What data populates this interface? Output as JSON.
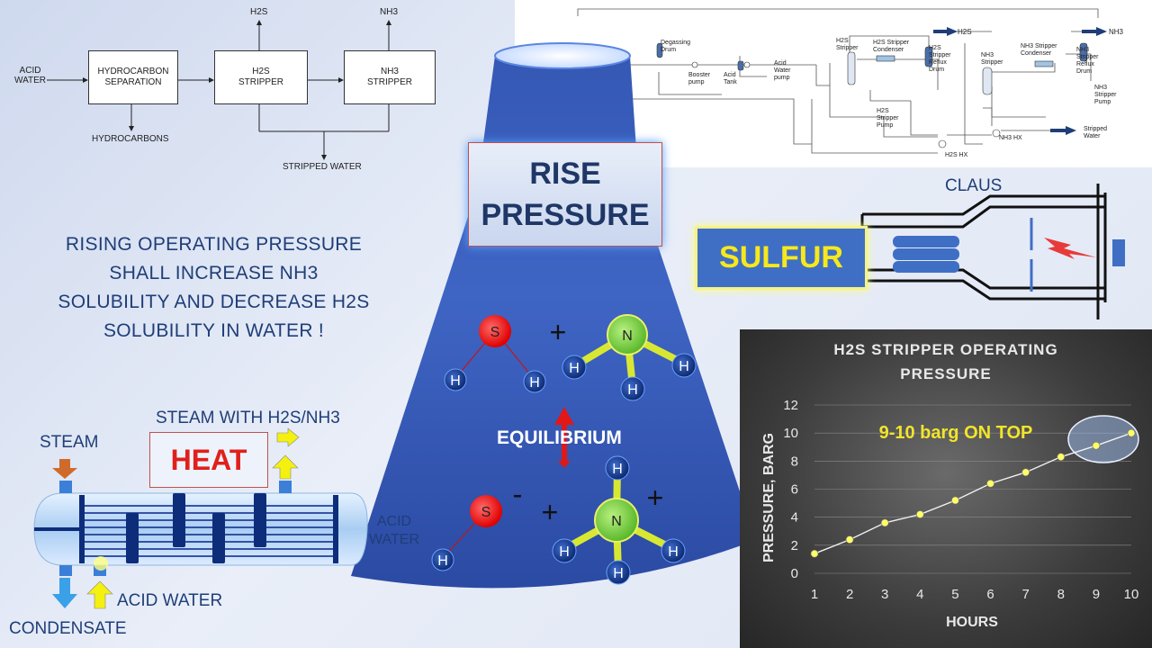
{
  "block_diagram": {
    "acid_water": "ACID\nWATER",
    "hc_sep": "HYDROCARBON\nSEPARATION",
    "h2s_stripper": "H2S\nSTRIPPER",
    "nh3_stripper": "NH3\nSTRIPPER",
    "h2s_out": "H2S",
    "nh3_out": "NH3",
    "hydrocarbons": "HYDROCARBONS",
    "stripped_water": "STRIPPED WATER"
  },
  "statement": "RISING OPERATING PRESSURE SHALL INCREASE NH3 SOLUBILITY AND DECREASE H2S SOLUBILITY IN WATER !",
  "flow_sheet": {
    "degassing_drum": "Degassing\nDrum",
    "booster_pump": "Booster\npump",
    "acid_tank": "Acid\nTank",
    "acid_water_pump": "Acid\nWater\npump",
    "h2s_stripper": "H2S\nStripper",
    "h2s_condenser": "H2S Stripper\nCondenser",
    "h2s_reflux": "H2S\nStripper\nReflux\nDrum",
    "h2s_out": "H2S",
    "h2s_pump": "H2S\nStripper\nPump",
    "nh3_stripper": "NH3\nStripper",
    "nh3_condenser": "NH3 Stripper\nCondenser",
    "nh3_reflux": "NH3\nStripper\nReflux\nDrum",
    "nh3_out": "NH3",
    "nh3_pump": "NH3\nStripper\nPump",
    "stripped_water": "Stripped\nWater",
    "nh3_hx": "NH3 HX",
    "h2s_hx": "H2S HX"
  },
  "rise_pressure": {
    "line1": "RISE",
    "line2": "PRESSURE"
  },
  "claus": {
    "label": "CLAUS",
    "sulfur": "SULFUR"
  },
  "exchanger": {
    "steam": "STEAM",
    "steam_with": "STEAM WITH H2S/NH3",
    "heat": "HEAT",
    "acid_water_side": "ACID\nWATER",
    "acid_water_in": "ACID WATER",
    "condensate": "CONDENSATE"
  },
  "molecules": {
    "s": "S",
    "n": "N",
    "h": "H",
    "plus": "+",
    "minus": "-",
    "equilibrium": "EQUILIBRIUM"
  },
  "colors": {
    "accent_blue": "#1f3e78",
    "heat_red": "#e0201c",
    "sulfur_yellow": "#f7e81c",
    "point_yellow": "#ffff66"
  },
  "chart_data": {
    "type": "line",
    "title": "H2S STRIPPER OPERATING PRESSURE",
    "xlabel": "HOURS",
    "ylabel": "PRESSURE, BARG",
    "x": [
      1,
      2,
      3,
      4,
      5,
      6,
      7,
      8,
      9,
      10
    ],
    "values": [
      1.4,
      2.4,
      3.6,
      4.2,
      5.2,
      6.4,
      7.2,
      8.3,
      9.1,
      10.0
    ],
    "ylim": [
      0,
      12
    ],
    "yticks": [
      0,
      2,
      4,
      6,
      8,
      10,
      12
    ],
    "xticks": [
      1,
      2,
      3,
      4,
      5,
      6,
      7,
      8,
      9,
      10
    ],
    "grid": true,
    "annotation": "9-10 barg ON TOP"
  }
}
